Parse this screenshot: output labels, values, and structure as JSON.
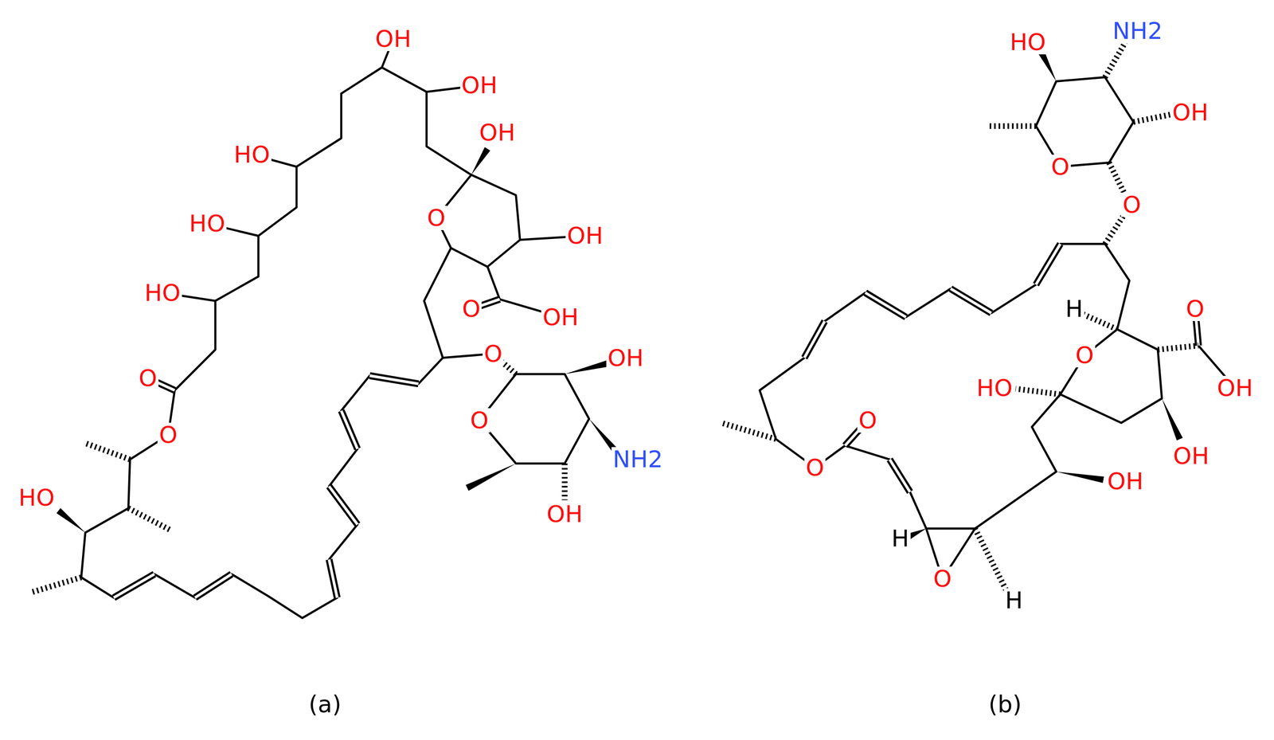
{
  "diagram": {
    "labels": [
      "OH",
      "OH",
      "HO",
      "OH",
      "HO",
      "O",
      "OH",
      "HO",
      "O",
      "OH",
      "O",
      "OH",
      "O",
      "O",
      "O",
      "NH2",
      "HO",
      "OH",
      "(a)",
      "NH2",
      "HO",
      "OH",
      "O",
      "O",
      "O",
      "H",
      "O",
      "HO",
      "OH",
      "O",
      "OH",
      "O",
      "OH",
      "H",
      "O",
      "H",
      "(b)"
    ]
  }
}
